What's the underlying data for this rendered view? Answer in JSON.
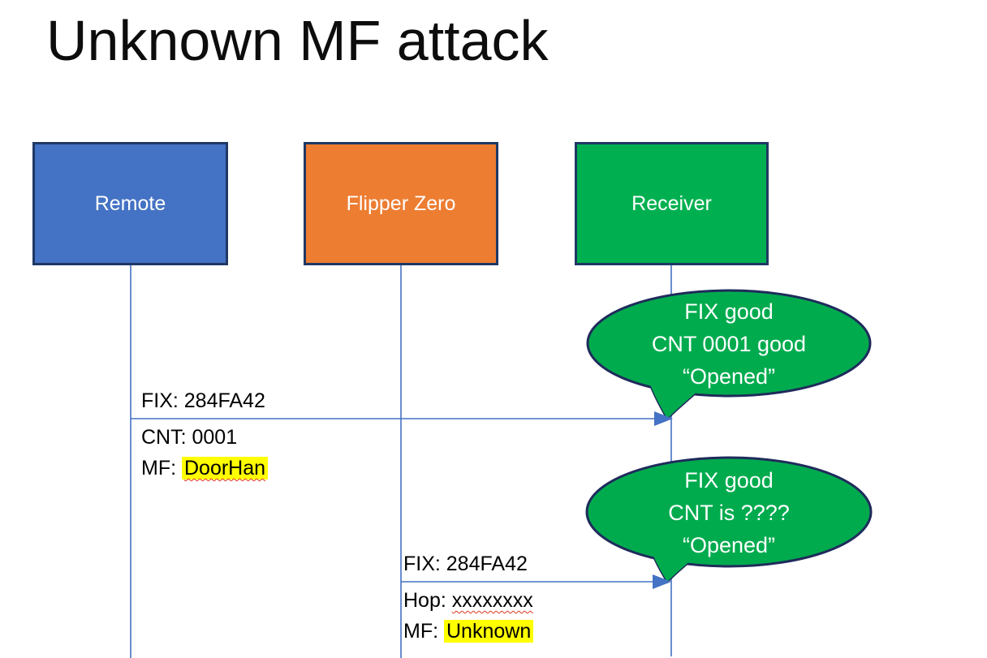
{
  "slide": {
    "title": "Unknown MF attack"
  },
  "actors": [
    {
      "id": "remote",
      "label": "Remote",
      "fill": "#4472C4"
    },
    {
      "id": "flipper-zero",
      "label": "Flipper Zero",
      "fill": "#ED7D31"
    },
    {
      "id": "receiver",
      "label": "Receiver",
      "fill": "#00B050"
    }
  ],
  "message1": {
    "above": "FIX: 284FA42",
    "line2": "CNT: 0001",
    "line3_prefix": "MF: ",
    "line3_term": "DoorHan"
  },
  "message2": {
    "above": "FIX: 284FA42",
    "line2_prefix": "Hop: ",
    "line2_term": "xxxxxxxx",
    "line3_prefix": "MF: ",
    "line3_term": "Unknown"
  },
  "callout1": {
    "line1": "FIX good",
    "line2": "CNT 0001 good",
    "line3": "“Opened”"
  },
  "callout2": {
    "line1": "FIX good",
    "line2": "CNT is ????",
    "line3": "“Opened”"
  },
  "colors": {
    "actor_border": "#1F3864",
    "connector_blue": "#4472C4",
    "callout_fill": "#00AB4E",
    "callout_border": "#1F2B5B",
    "highlight_yellow": "#FFFF00",
    "spellcheck_red": "#E0341B",
    "body_text": "#000000",
    "actor_label_text": "#FFFFFF"
  }
}
